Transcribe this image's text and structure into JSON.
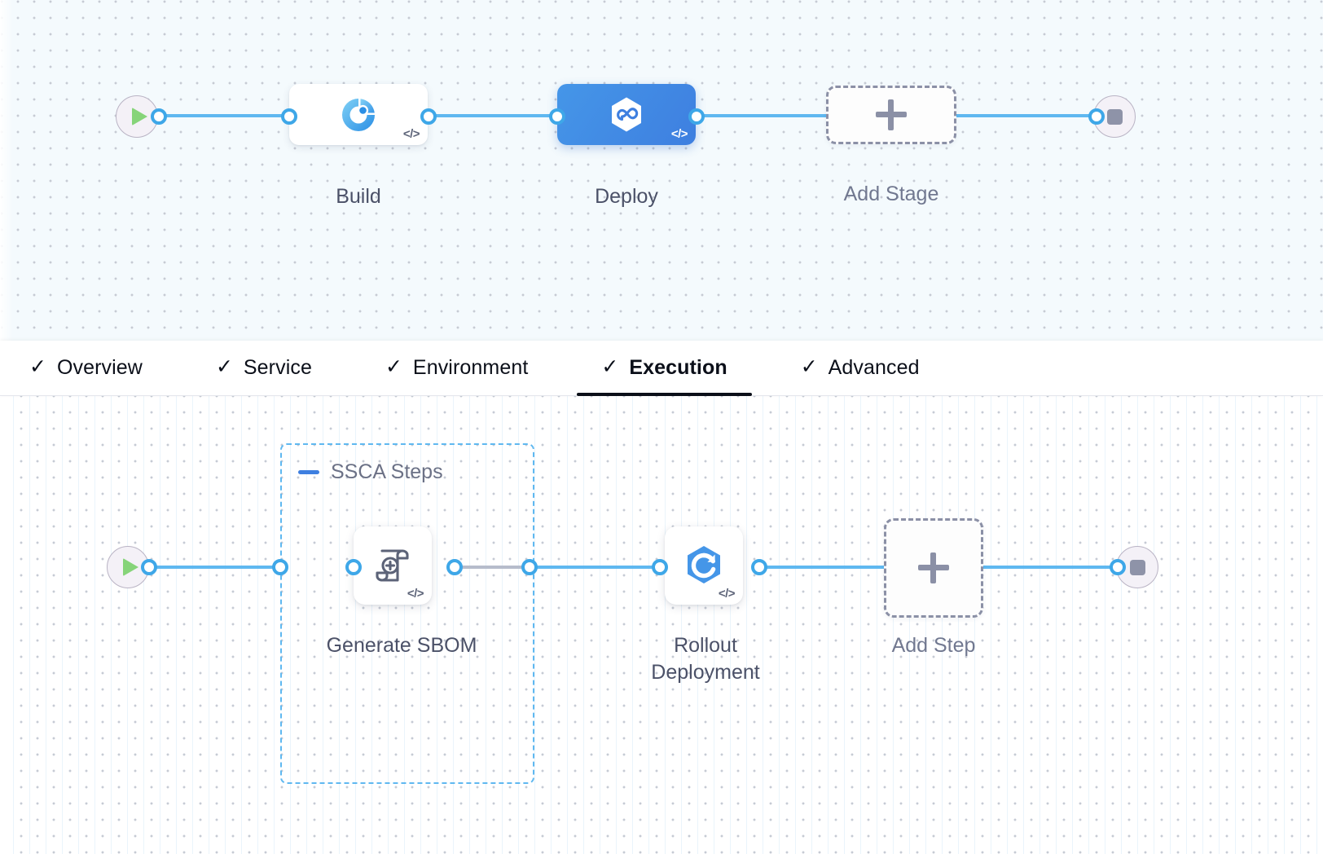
{
  "stage_graph": {
    "start_node": {
      "name": "pipeline-start",
      "icon": "play-icon"
    },
    "end_node": {
      "name": "pipeline-end",
      "icon": "stop-icon"
    },
    "stages": [
      {
        "label": "Build",
        "icon": "build-ci-icon",
        "state": "default",
        "code_badge": "</>"
      },
      {
        "label": "Deploy",
        "icon": "deploy-cd-icon",
        "state": "selected",
        "code_badge": "</>"
      }
    ],
    "add_stage": {
      "label": "Add Stage",
      "icon": "plus-icon"
    }
  },
  "tabs": [
    {
      "label": "Overview",
      "check": "✓",
      "active": false
    },
    {
      "label": "Service",
      "check": "✓",
      "active": false
    },
    {
      "label": "Environment",
      "check": "✓",
      "active": false
    },
    {
      "label": "Execution",
      "check": "✓",
      "active": true
    },
    {
      "label": "Advanced",
      "check": "✓",
      "active": false
    }
  ],
  "step_graph": {
    "start_node": {
      "name": "execution-start",
      "icon": "play-icon"
    },
    "end_node": {
      "name": "execution-end",
      "icon": "stop-icon"
    },
    "group": {
      "title": "SSCA Steps",
      "collapse_icon": "minus-icon"
    },
    "steps": [
      {
        "label": "Generate SBOM",
        "icon": "sbom-scroll-icon",
        "code_badge": "</>"
      },
      {
        "label": "Rollout Deployment",
        "icon": "rollout-hex-icon",
        "code_badge": "</>"
      }
    ],
    "add_step": {
      "label": "Add Step",
      "icon": "plus-icon"
    }
  },
  "colors": {
    "edge": "#5fb8f0",
    "port_border": "#3ea7e8",
    "selected_stage": "#3e7fe0",
    "group_border": "#5fb8f0",
    "tab_active": "#0b0f19",
    "canvas_bg": "#f4fafd"
  }
}
